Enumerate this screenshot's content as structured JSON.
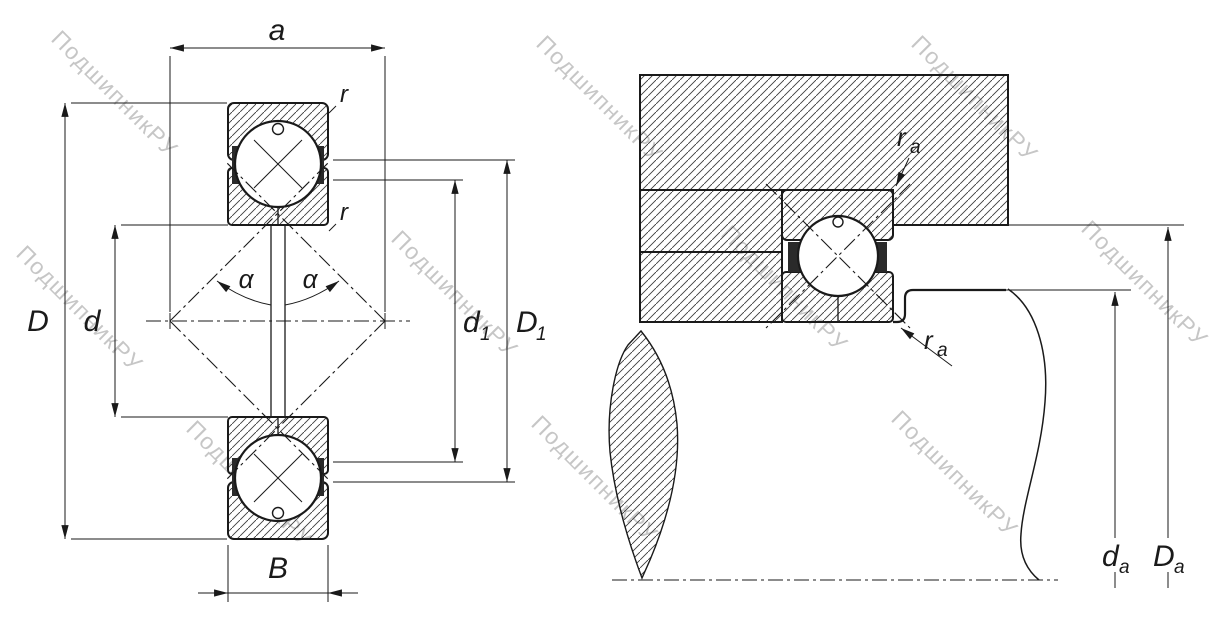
{
  "watermark": {
    "text": "ПодшипникРУ"
  },
  "colors": {
    "line": "#1a1a1a",
    "watermark": "#c6c6c6",
    "background": "#ffffff"
  },
  "left_view": {
    "dim_a": "a",
    "dim_D": "D",
    "dim_d": "d",
    "dim_B": "B",
    "dim_r_outer": "r",
    "dim_r_inner": "r",
    "angle_alpha_left": "α",
    "angle_alpha_right": "α",
    "dim_d1": {
      "main": "d",
      "sub": "1"
    },
    "dim_D1": {
      "main": "D",
      "sub": "1"
    }
  },
  "right_view": {
    "dim_ra_top": {
      "main": "r",
      "sub": "a"
    },
    "dim_ra_bottom": {
      "main": "r",
      "sub": "a"
    },
    "dim_da": {
      "main": "d",
      "sub": "a"
    },
    "dim_Da": {
      "main": "D",
      "sub": "a"
    }
  }
}
